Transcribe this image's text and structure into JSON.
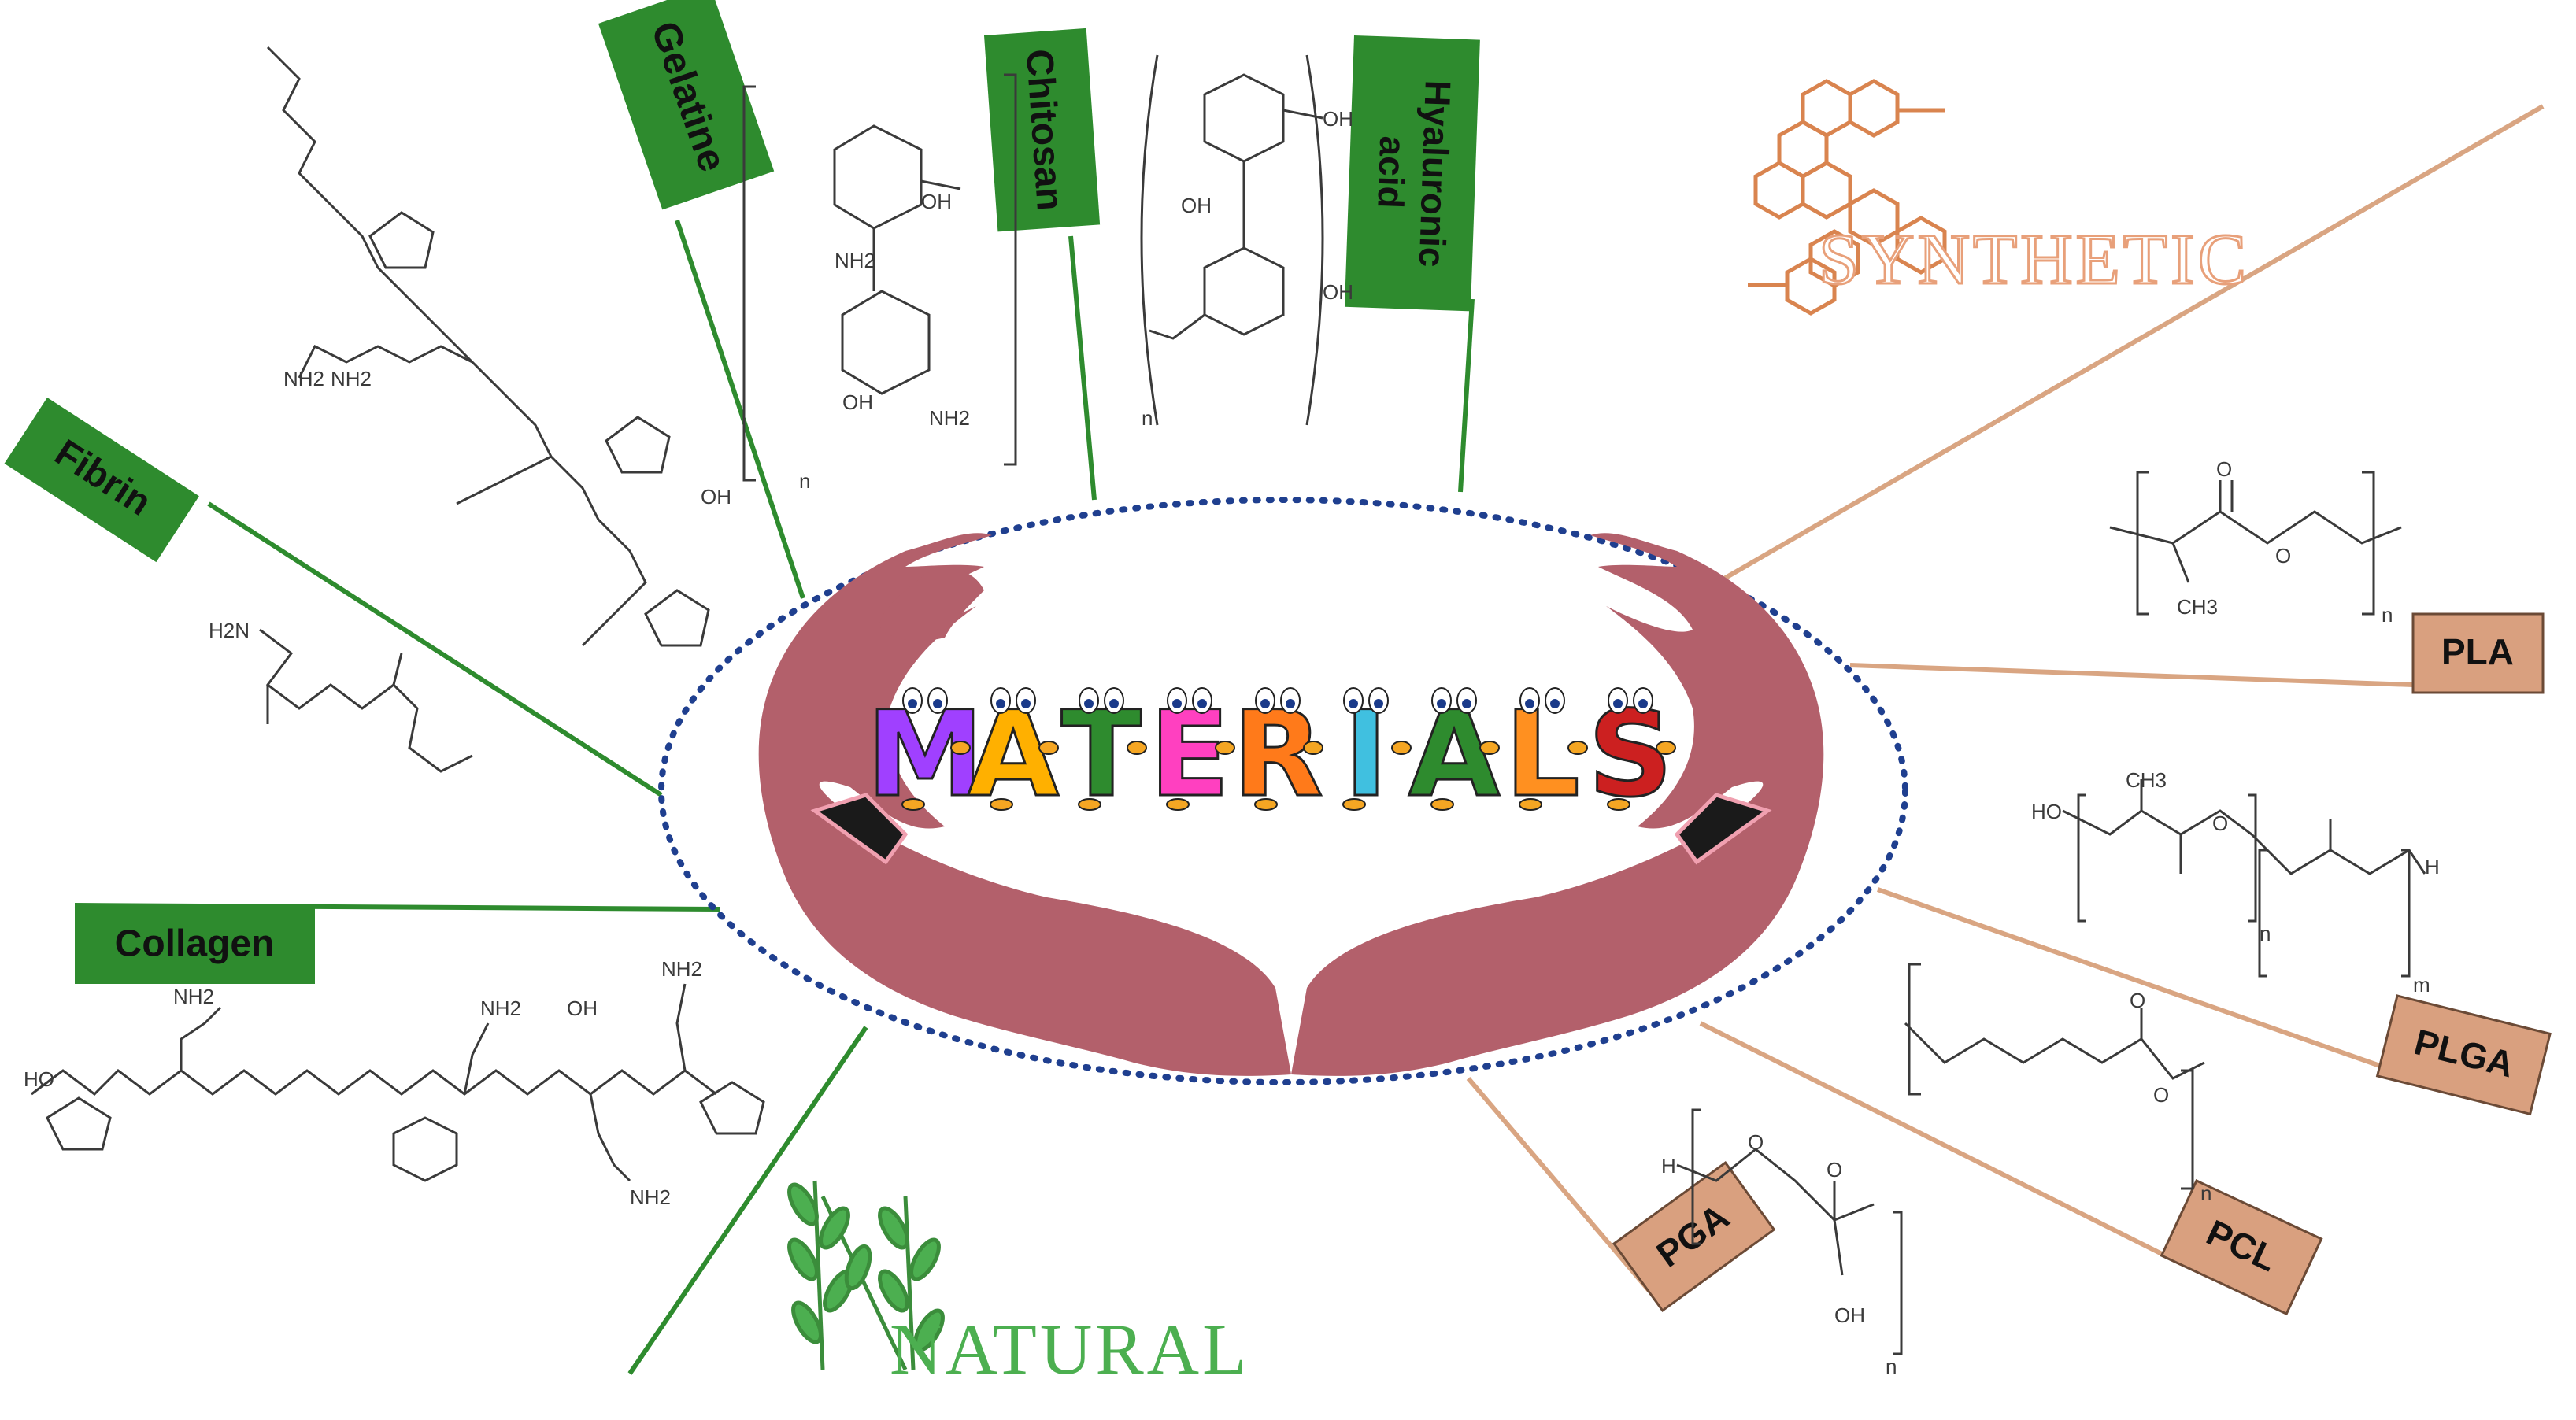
{
  "center": {
    "word": "MATERIALS"
  },
  "categories": {
    "natural": "NATURAL",
    "synthetic": "SYNTHETIC"
  },
  "natural_labels": {
    "gelatine": "Gelatine",
    "chitosan": "Chitosan",
    "hyaluronic_line1": "Hyaluronic",
    "hyaluronic_line2": "acid",
    "fibrin": "Fibrin",
    "collagen": "Collagen"
  },
  "synthetic_labels": {
    "pla": "PLA",
    "plga": "PLGA",
    "pcl": "PCL",
    "pga": "PGA"
  },
  "chem_text": {
    "ch3": "CH3",
    "o": "O",
    "ho": "HO",
    "h": "H",
    "oh": "OH",
    "n": "n",
    "m": "m",
    "nh2": "NH2",
    "h2n": "H2N"
  },
  "colors": {
    "natural_green": "#2e8b2e",
    "synthetic_tan": "#d9a07f",
    "synthetic_line": "#d9a582",
    "hands": "#b3606b",
    "ellipse_dots": "#1f3f8f",
    "synthetic_text": "#e8a07a",
    "natural_text": "#4caf50"
  },
  "letter_colors": [
    "#a040ff",
    "#ffb000",
    "#2e8b2e",
    "#ff40c0",
    "#ff7a1a",
    "#40c0e0",
    "#2e8b2e",
    "#ff9020",
    "#cc2020",
    "#7a40ff"
  ]
}
